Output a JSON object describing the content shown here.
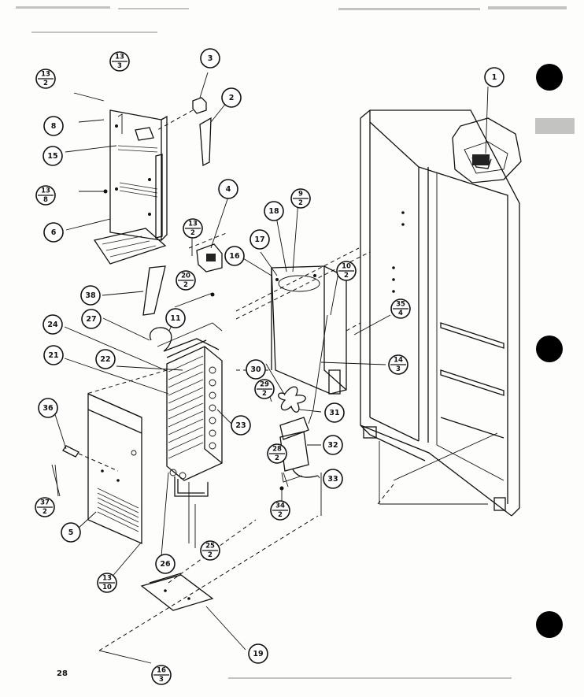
{
  "page_number": "28",
  "callouts": [
    {
      "id": "c1",
      "label": "1"
    },
    {
      "id": "c2",
      "label": "2"
    },
    {
      "id": "c3",
      "label": "3"
    },
    {
      "id": "c4",
      "label": "4"
    },
    {
      "id": "c5",
      "label": "5"
    },
    {
      "id": "c6",
      "label": "6"
    },
    {
      "id": "c8",
      "label": "8"
    },
    {
      "id": "c11",
      "label": "11"
    },
    {
      "id": "c15",
      "label": "15"
    },
    {
      "id": "c16",
      "label": "16"
    },
    {
      "id": "c17",
      "label": "17"
    },
    {
      "id": "c18",
      "label": "18"
    },
    {
      "id": "c19",
      "label": "19"
    },
    {
      "id": "c21",
      "label": "21"
    },
    {
      "id": "c22",
      "label": "22"
    },
    {
      "id": "c23",
      "label": "23"
    },
    {
      "id": "c24",
      "label": "24"
    },
    {
      "id": "c26",
      "label": "26"
    },
    {
      "id": "c27",
      "label": "27"
    },
    {
      "id": "c30",
      "label": "30"
    },
    {
      "id": "c31",
      "label": "31"
    },
    {
      "id": "c32",
      "label": "32"
    },
    {
      "id": "c33",
      "label": "33"
    },
    {
      "id": "c36",
      "label": "36"
    },
    {
      "id": "c38",
      "label": "38"
    }
  ],
  "fraction_callouts": [
    {
      "id": "f13_3a",
      "num": "13",
      "den": "3"
    },
    {
      "id": "f13_2a",
      "num": "13",
      "den": "2"
    },
    {
      "id": "f13_8",
      "num": "13",
      "den": "8"
    },
    {
      "id": "f13_2b",
      "num": "13",
      "den": "2"
    },
    {
      "id": "f20_2",
      "num": "20",
      "den": "2"
    },
    {
      "id": "f9_2",
      "num": "9",
      "den": "2"
    },
    {
      "id": "f10_2",
      "num": "10",
      "den": "2"
    },
    {
      "id": "f35_4",
      "num": "35",
      "den": "4"
    },
    {
      "id": "f14_3",
      "num": "14",
      "den": "3"
    },
    {
      "id": "f29_2",
      "num": "29",
      "den": "2"
    },
    {
      "id": "f28_2",
      "num": "28",
      "den": "2"
    },
    {
      "id": "f34_2",
      "num": "34",
      "den": "2"
    },
    {
      "id": "f37_2",
      "num": "37",
      "den": "2"
    },
    {
      "id": "f25_2",
      "num": "25",
      "den": "2"
    },
    {
      "id": "f13_10",
      "num": "13",
      "den": "10"
    },
    {
      "id": "f16_3",
      "num": "16",
      "den": "3"
    }
  ]
}
